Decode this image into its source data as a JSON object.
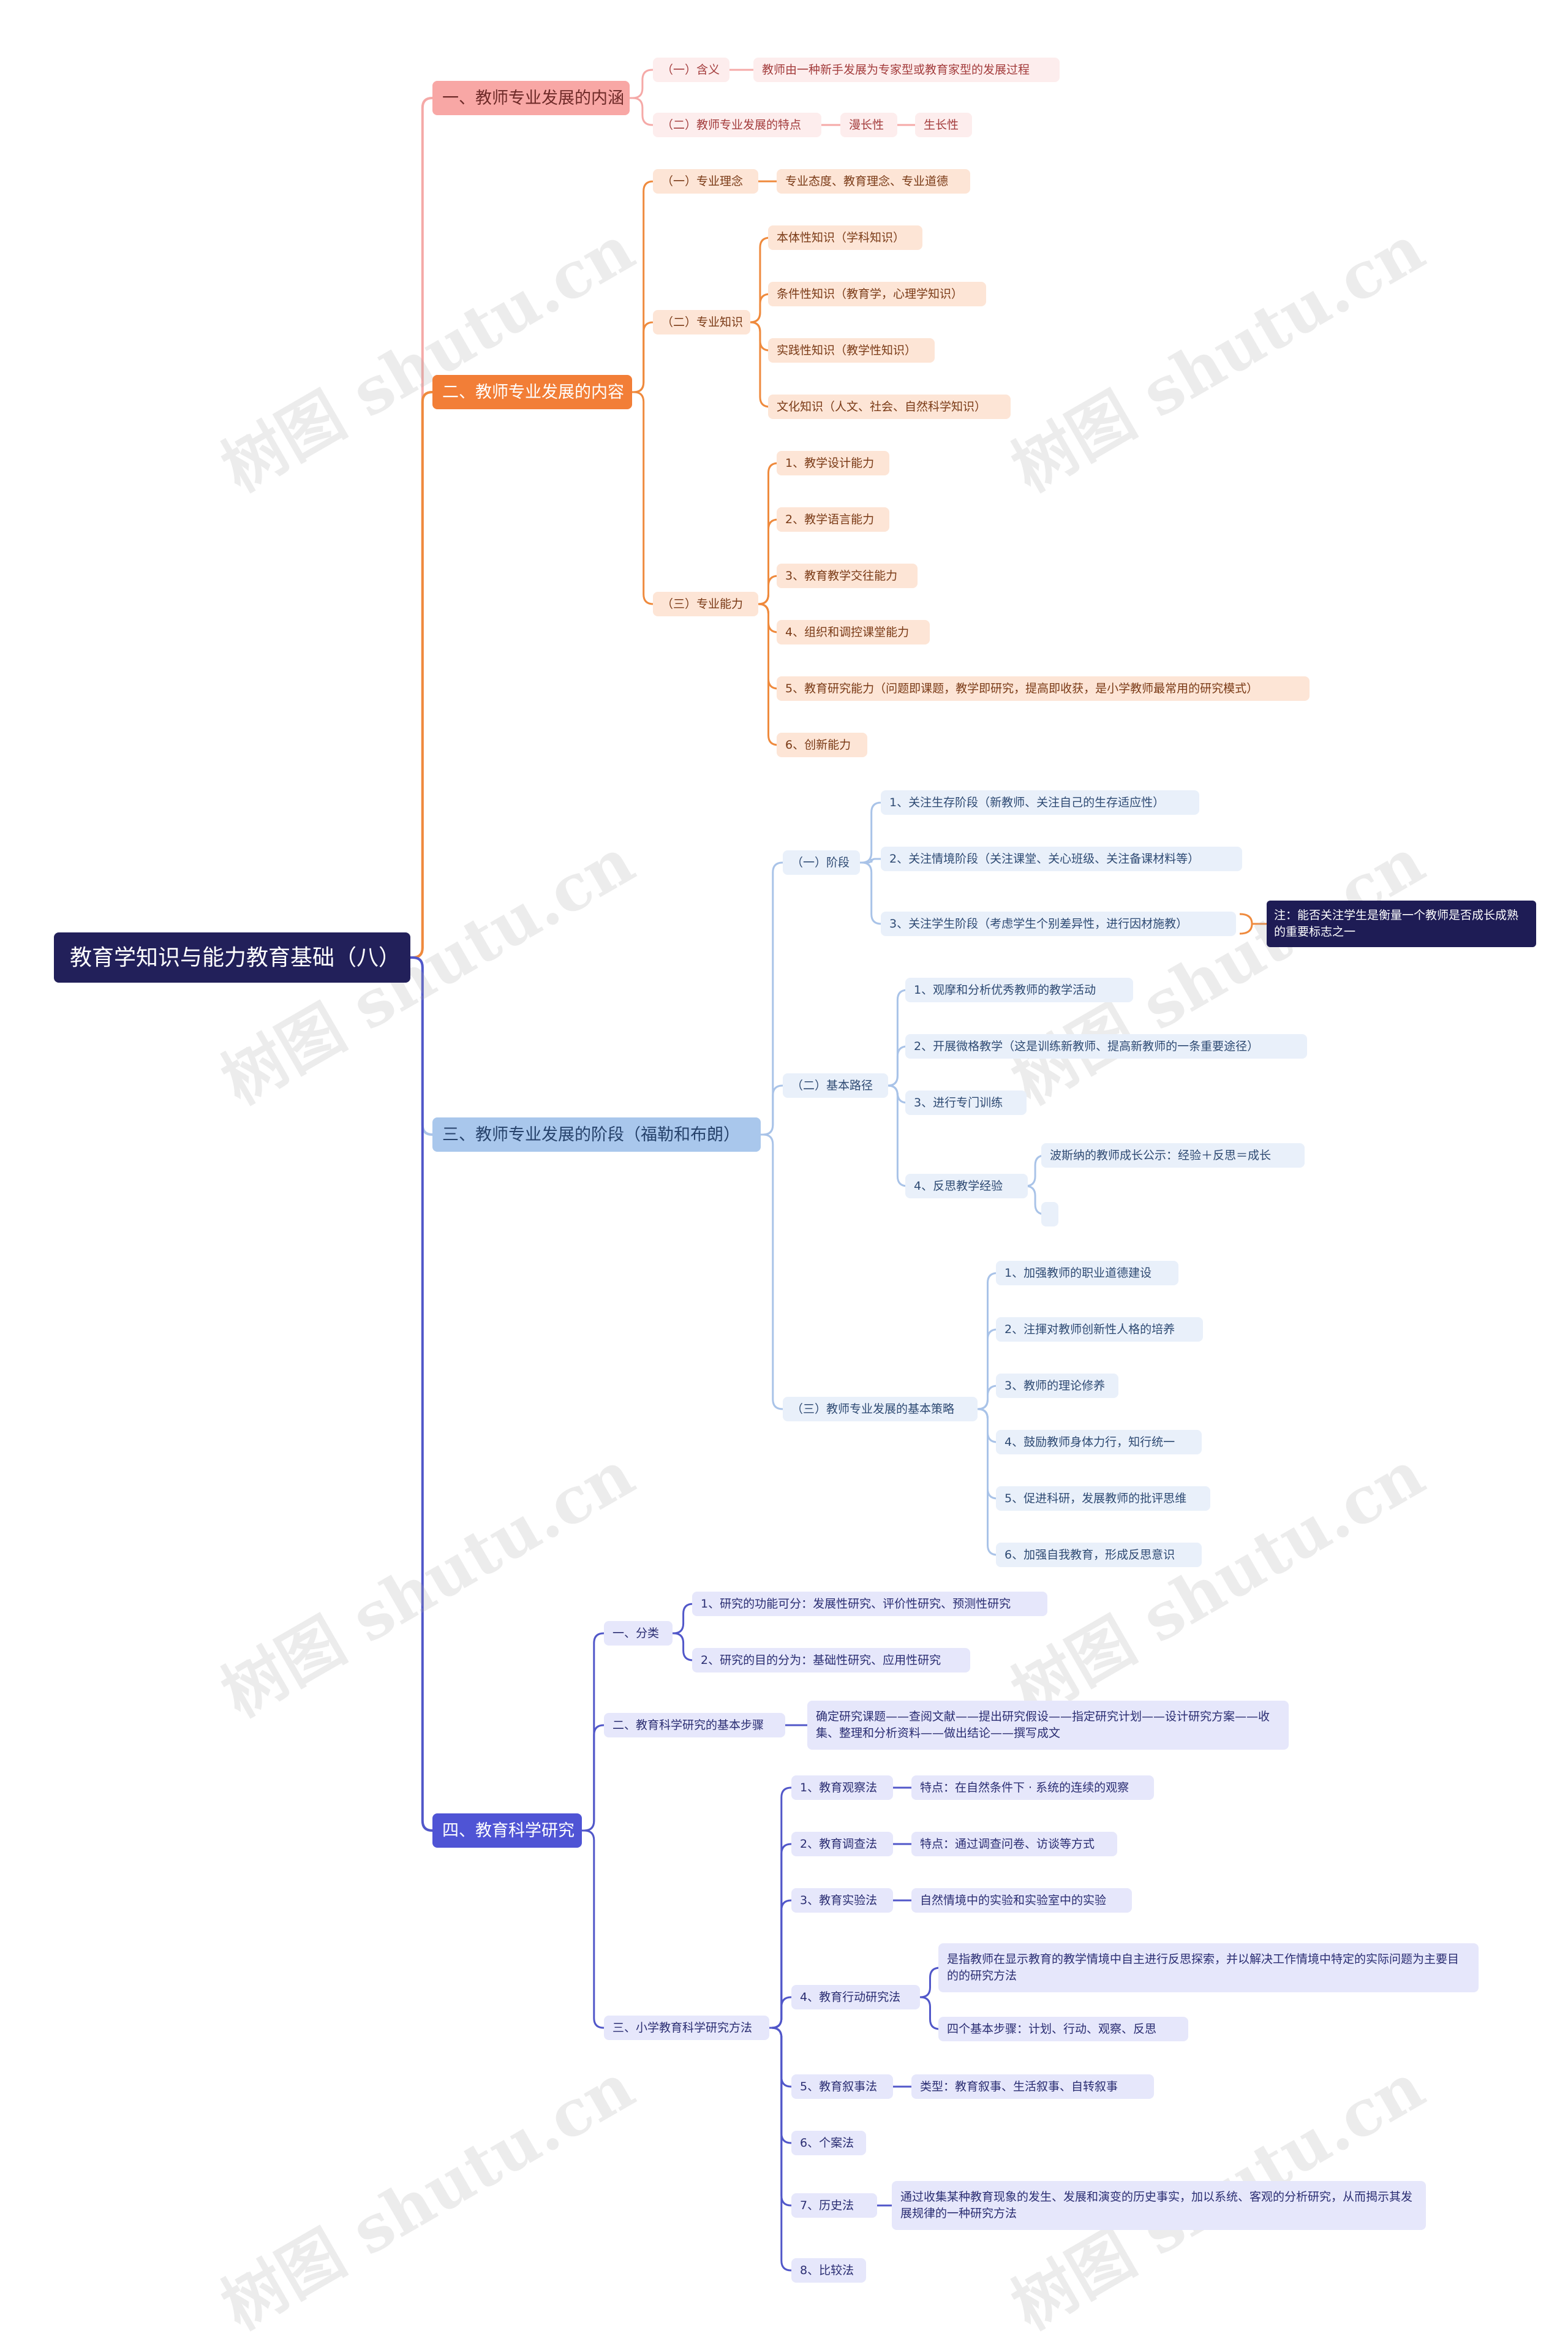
{
  "root": {
    "label": "教育学知识与能力教育基础（八）"
  },
  "watermark": "树图 shutu.cn",
  "colors": {
    "b1": "#f5a9a7",
    "b2": "#ef8a3d",
    "b3": "#a9c3e8",
    "b4": "#5157c9",
    "root_wire": "#5157c9"
  },
  "branches": [
    {
      "label": "一、教师专业发展的内涵",
      "items": [
        {
          "label": "（一）含义",
          "children": [
            {
              "label": "教师由一种新手发展为专家型或教育家型的发展过程"
            }
          ]
        },
        {
          "label": "（二）教师专业发展的特点",
          "children": [
            {
              "label": "漫长性"
            },
            {
              "label": "生长性"
            }
          ]
        }
      ]
    },
    {
      "label": "二、教师专业发展的内容",
      "items": [
        {
          "label": "（一）专业理念",
          "children": [
            {
              "label": "专业态度、教育理念、专业道德"
            }
          ]
        },
        {
          "label": "（二）专业知识",
          "children": [
            {
              "label": "本体性知识（学科知识）"
            },
            {
              "label": "条件性知识（教育学，心理学知识）"
            },
            {
              "label": "实践性知识（教学性知识）"
            },
            {
              "label": "文化知识（人文、社会、自然科学知识）"
            }
          ]
        },
        {
          "label": "（三）专业能力",
          "children": [
            {
              "label": "1、教学设计能力"
            },
            {
              "label": "2、教学语言能力"
            },
            {
              "label": "3、教育教学交往能力"
            },
            {
              "label": "4、组织和调控课堂能力"
            },
            {
              "label": "5、教育研究能力（问题即课题，教学即研究，提高即收获，是小学教师最常用的研究模式）"
            },
            {
              "label": "6、创新能力"
            }
          ]
        }
      ]
    },
    {
      "label": "三、教师专业发展的阶段（福勒和布朗）",
      "items": [
        {
          "label": "（一）阶段",
          "children": [
            {
              "label": "1、关注生存阶段（新教师、关注自己的生存适应性）"
            },
            {
              "label": "2、关注情境阶段（关注课堂、关心班级、关注备课材料等）"
            },
            {
              "label": "3、关注学生阶段（考虑学生个别差异性，进行因材施教）"
            }
          ],
          "note": "注：能否关注学生是衡量一个教师是否成长成熟的重要标志之一"
        },
        {
          "label": "（二）基本路径",
          "children": [
            {
              "label": "1、观摩和分析优秀教师的教学活动"
            },
            {
              "label": "2、开展微格教学（这是训练新教师、提高新教师的一条重要途径）"
            },
            {
              "label": "3、进行专门训练"
            },
            {
              "label": "4、反思教学经验",
              "sub": [
                {
                  "label": "波斯纳的教师成长公示：经验＋反思＝成长"
                },
                {
                  "label": ""
                }
              ]
            }
          ]
        },
        {
          "label": "（三）教师专业发展的基本策略",
          "children": [
            {
              "label": "1、加强教师的职业道德建设"
            },
            {
              "label": "2、注揮对教师创新性人格的培养"
            },
            {
              "label": "3、教师的理论修养"
            },
            {
              "label": "4、鼓励教师身体力行，知行统一"
            },
            {
              "label": "5、促进科研，发展教师的批评思维"
            },
            {
              "label": "6、加强自我教育，形成反思意识"
            }
          ]
        }
      ]
    },
    {
      "label": "四、教育科学研究",
      "items": [
        {
          "label": "一、分类",
          "children": [
            {
              "label": "1、研究的功能可分：发展性研究、评价性研究、预测性研究"
            },
            {
              "label": "2、研究的目的分为：基础性研究、应用性研究"
            }
          ]
        },
        {
          "label": "二、教育科学研究的基本步骤",
          "children": [
            {
              "label": "确定研究课题——查阅文献——提出研究假设——指定研究计划——设计研究方案——收集、整理和分析资料——做出结论——撰写成文"
            }
          ]
        },
        {
          "label": "三、小学教育科学研究方法",
          "children": [
            {
              "label": "1、教育观察法",
              "sub": [
                {
                  "label": "特点：在自然条件下 · 系统的连续的观察"
                }
              ]
            },
            {
              "label": "2、教育调查法",
              "sub": [
                {
                  "label": "特点：通过调查问卷、访谈等方式"
                }
              ]
            },
            {
              "label": "3、教育实验法",
              "sub": [
                {
                  "label": "自然情境中的实验和实验室中的实验"
                }
              ]
            },
            {
              "label": "4、教育行动研究法",
              "sub": [
                {
                  "label": "是指教师在显示教育的教学情境中自主进行反思探索，并以解决工作情境中特定的实际问题为主要目的的研究方法"
                },
                {
                  "label": "四个基本步骤：计划、行动、观察、反思"
                }
              ]
            },
            {
              "label": "5、教育叙事法",
              "sub": [
                {
                  "label": "类型：教育叙事、生活叙事、自转叙事"
                }
              ]
            },
            {
              "label": "6、个案法"
            },
            {
              "label": "7、历史法",
              "sub": [
                {
                  "label": "通过收集某种教育现象的发生、发展和演变的历史事实，加以系统、客观的分析研究，从而揭示其发展规律的一种研究方法"
                }
              ]
            },
            {
              "label": "8、比较法"
            }
          ]
        }
      ]
    }
  ]
}
